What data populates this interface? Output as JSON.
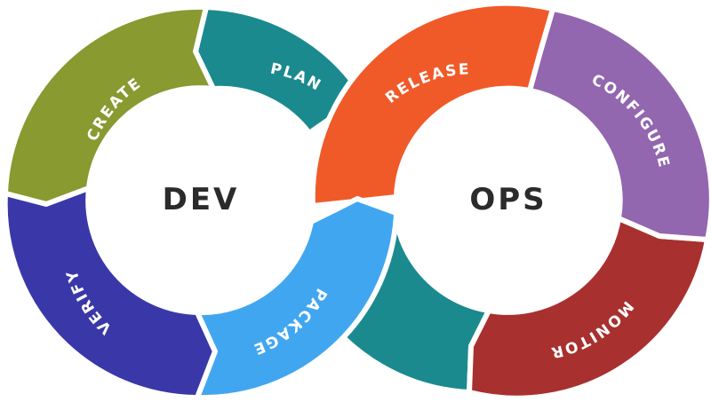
{
  "dev": {
    "title": "DEV",
    "segments": [
      {
        "id": "plan",
        "label": "PLAN",
        "color": "#1b8a8f"
      },
      {
        "id": "create",
        "label": "CREATE",
        "color": "#889a30"
      },
      {
        "id": "verify",
        "label": "VERIFY",
        "color": "#3a38a8"
      },
      {
        "id": "package",
        "label": "PACKAGE",
        "color": "#41a6f0"
      }
    ]
  },
  "ops": {
    "title": "OPS",
    "segments": [
      {
        "id": "release",
        "label": "RELEASE",
        "color": "#f05a28"
      },
      {
        "id": "configure",
        "label": "CONFIGURE",
        "color": "#9366b0"
      },
      {
        "id": "monitor",
        "label": "MONITOR",
        "color": "#a8302e"
      },
      {
        "id": "ops-return",
        "label": "",
        "color": "#1b8a8f"
      }
    ]
  }
}
